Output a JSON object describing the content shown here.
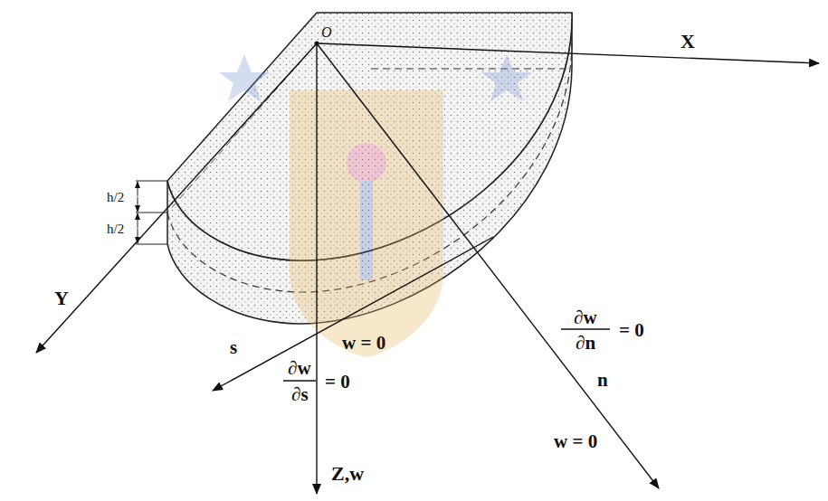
{
  "diagram": {
    "labels": [
      "O",
      "X",
      "h/2",
      "h/2",
      "Y",
      "∂w",
      "∂n",
      "= 0",
      "w = 0",
      "s",
      "∂w",
      "∂s",
      "= 0",
      "n",
      "w = 0",
      "Z,w"
    ]
  }
}
